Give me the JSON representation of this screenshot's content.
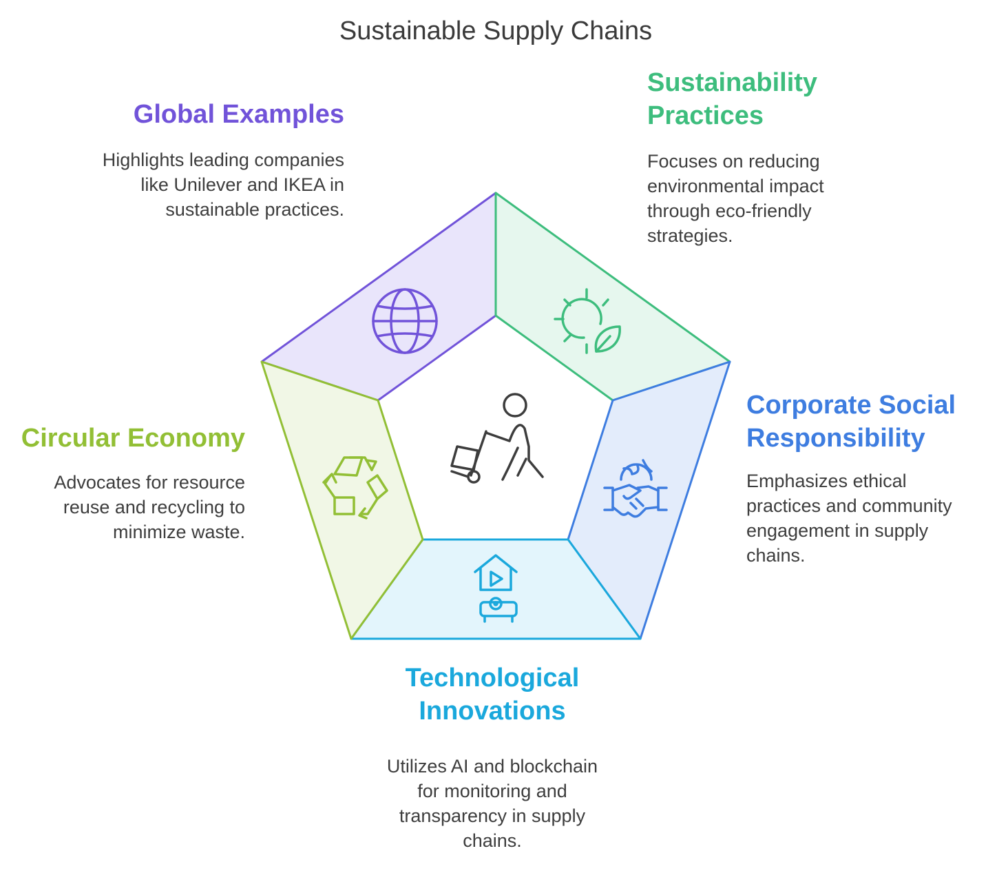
{
  "title": "Sustainable Supply Chains",
  "sections": {
    "global": {
      "heading": "Global Examples",
      "description": "Highlights leading companies like Unilever and IKEA in sustainable practices.",
      "color": "#7153d9",
      "fill": "#e9e5fb",
      "icon": "globe-icon"
    },
    "sustainability": {
      "heading": "Sustainability Practices",
      "description": "Focuses on reducing environmental impact through eco-friendly strategies.",
      "color": "#3dbd7d",
      "fill": "#e6f7ee",
      "icon": "sun-leaf-icon"
    },
    "csr": {
      "heading": "Corporate Social Responsibility",
      "description": "Emphasizes ethical practices and community engagement in supply chains.",
      "color": "#3e7de0",
      "fill": "#e3ecfb",
      "icon": "handshake-globe-icon"
    },
    "tech": {
      "heading": "Technological Innovations",
      "description": "Utilizes AI and blockchain for monitoring and transparency in supply chains.",
      "color": "#1aa8dc",
      "fill": "#e3f5fc",
      "icon": "smart-home-projector-icon"
    },
    "circular": {
      "heading": "Circular Economy",
      "description": "Advocates for resource reuse and recycling to minimize waste.",
      "color": "#92bf35",
      "fill": "#f1f7e6",
      "icon": "recycle-icon"
    }
  },
  "center_icon": "person-pushing-hand-truck-icon"
}
